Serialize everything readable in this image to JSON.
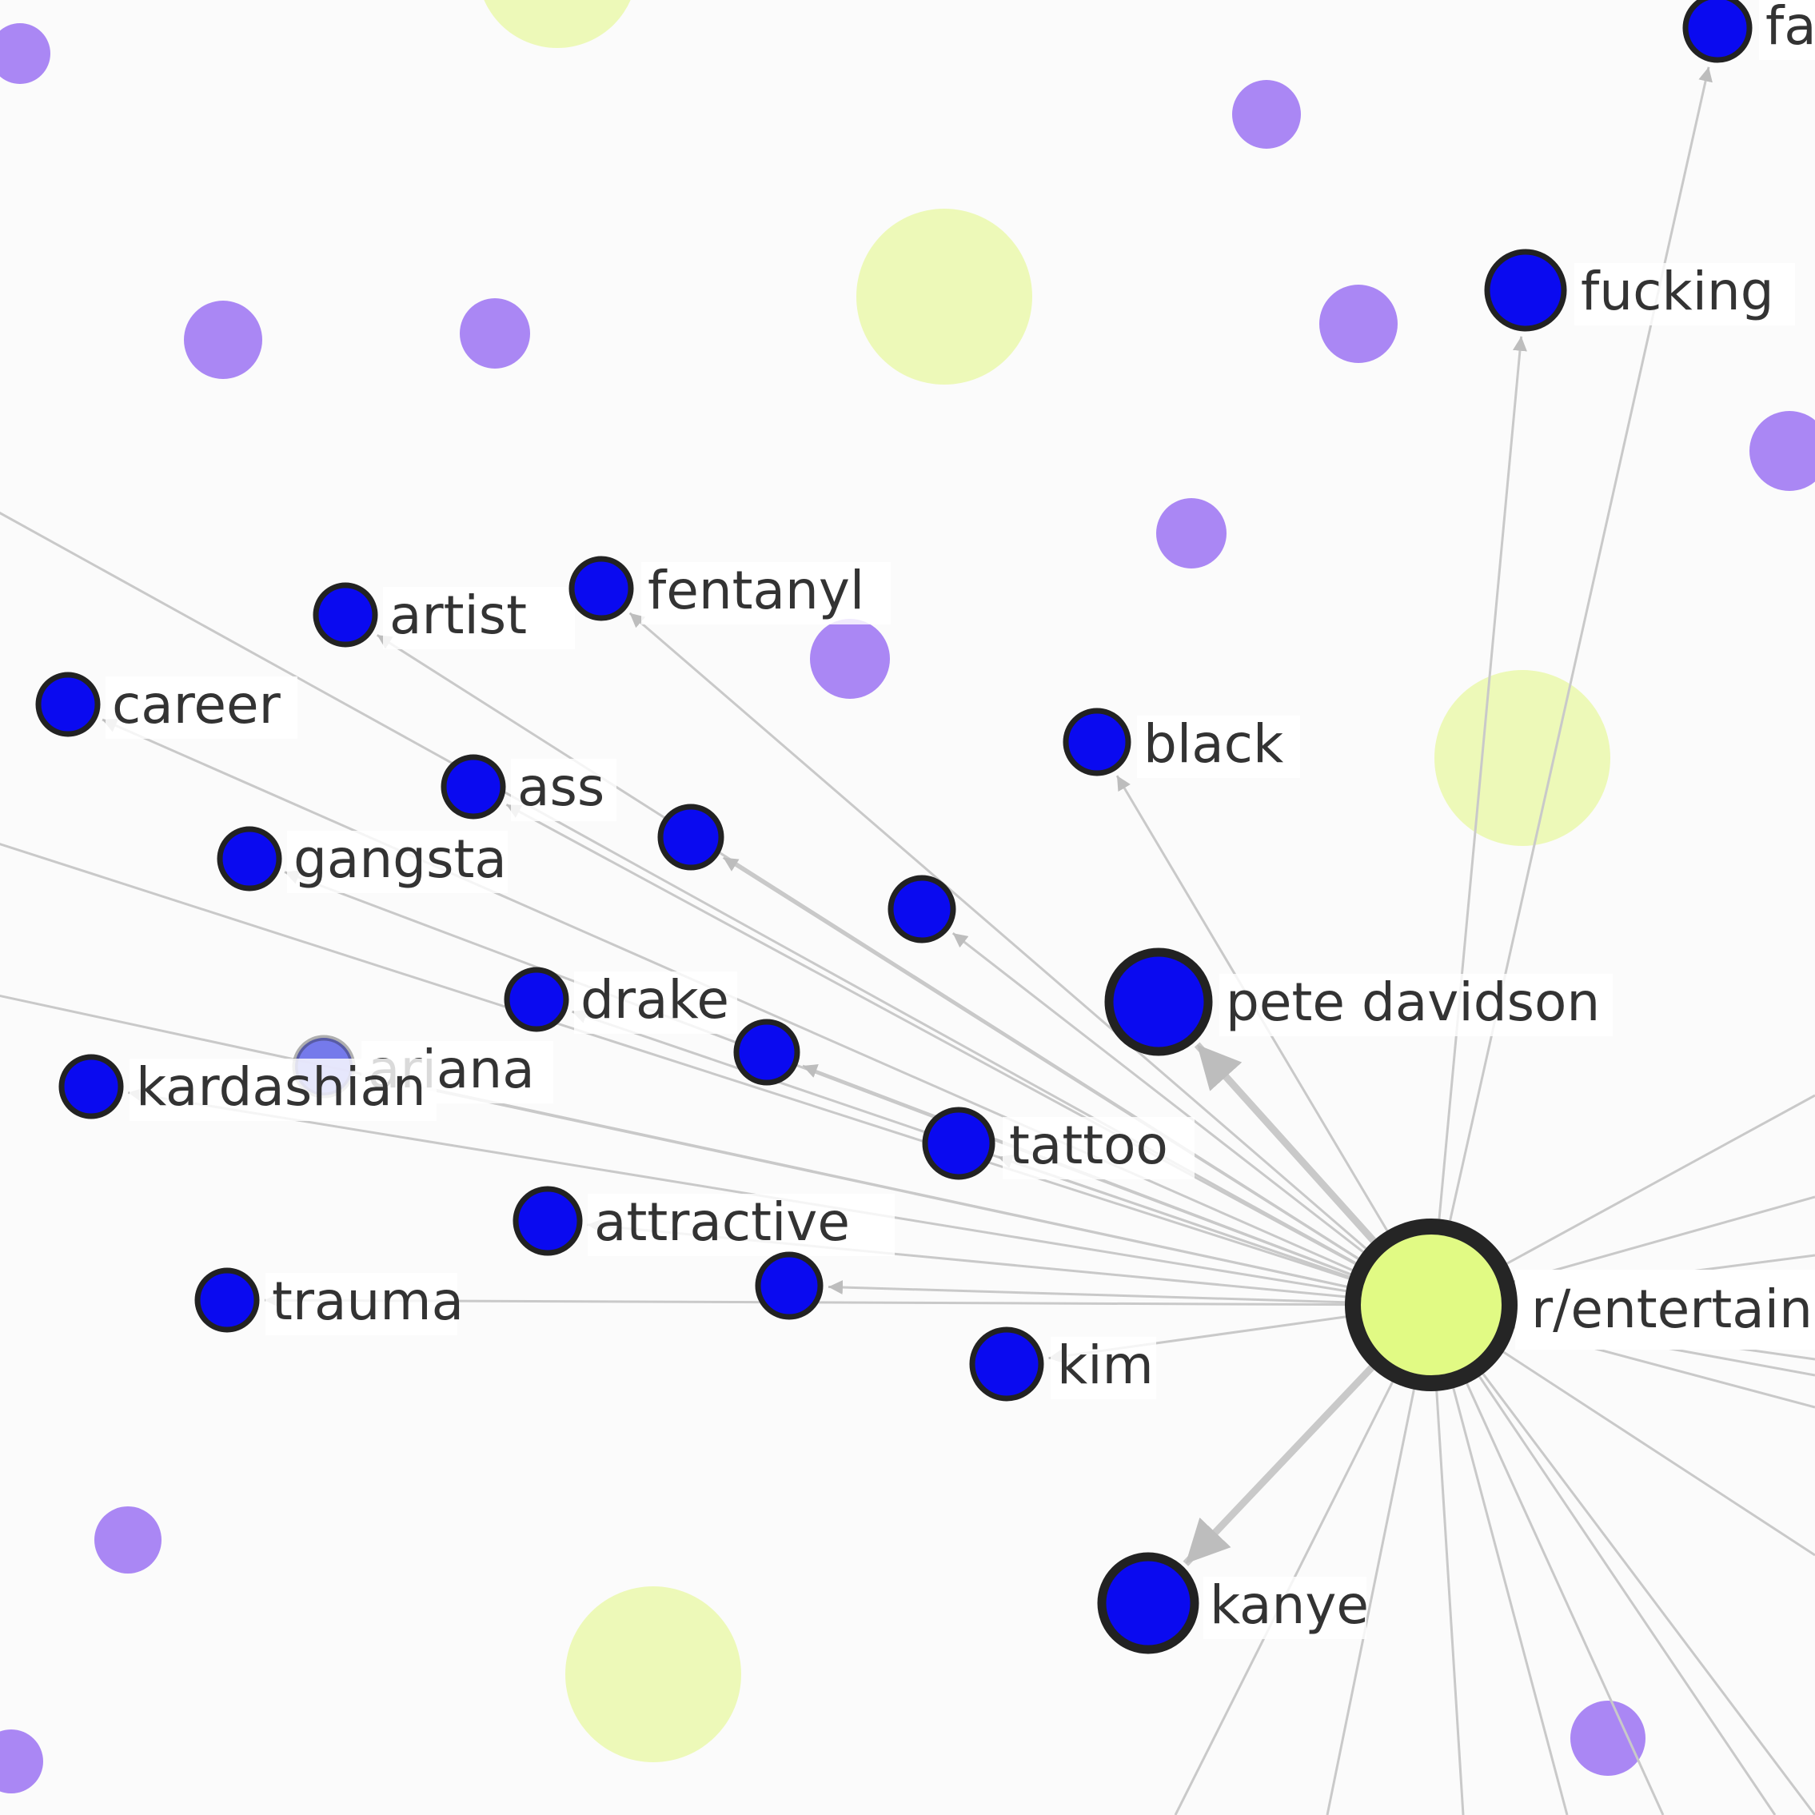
{
  "colors": {
    "background": "#fbfbfb",
    "edge": "#c9c9c9",
    "edge_arrow": "#bdbdbd",
    "term_node_fill": "#0a0af0",
    "term_node_stroke": "#222222",
    "faded_term_node_fill": "#5d63e8",
    "subreddit_node_fill": "#e1fa84",
    "subreddit_node_stroke": "#252525",
    "faint_subreddit_fill": "#edf9b8",
    "purple_node_fill": "#aa87f4",
    "label_text": "#333333"
  },
  "center": {
    "id": "center",
    "label": "r/entertainm",
    "type": "subreddit"
  },
  "term_nodes": [
    {
      "id": "fa",
      "label": "fa"
    },
    {
      "id": "fucking",
      "label": "fucking"
    },
    {
      "id": "artist",
      "label": "artist"
    },
    {
      "id": "fentanyl",
      "label": "fentanyl"
    },
    {
      "id": "career",
      "label": "career"
    },
    {
      "id": "black",
      "label": "black"
    },
    {
      "id": "ass",
      "label": "ass"
    },
    {
      "id": "gangsta",
      "label": "gangsta"
    },
    {
      "id": "unlabeled_1",
      "label": ""
    },
    {
      "id": "unlabeled_2",
      "label": ""
    },
    {
      "id": "pete_davidson",
      "label": "pete davidson"
    },
    {
      "id": "drake",
      "label": "drake"
    },
    {
      "id": "unlabeled_3",
      "label": ""
    },
    {
      "id": "ariana",
      "label": "ariana"
    },
    {
      "id": "kardashian",
      "label": "kardashian"
    },
    {
      "id": "tattoo",
      "label": "tattoo"
    },
    {
      "id": "attractive",
      "label": "attractive"
    },
    {
      "id": "trauma",
      "label": "trauma"
    },
    {
      "id": "unlabeled_4",
      "label": ""
    },
    {
      "id": "kim",
      "label": "kim"
    },
    {
      "id": "kanye",
      "label": "kanye"
    }
  ]
}
